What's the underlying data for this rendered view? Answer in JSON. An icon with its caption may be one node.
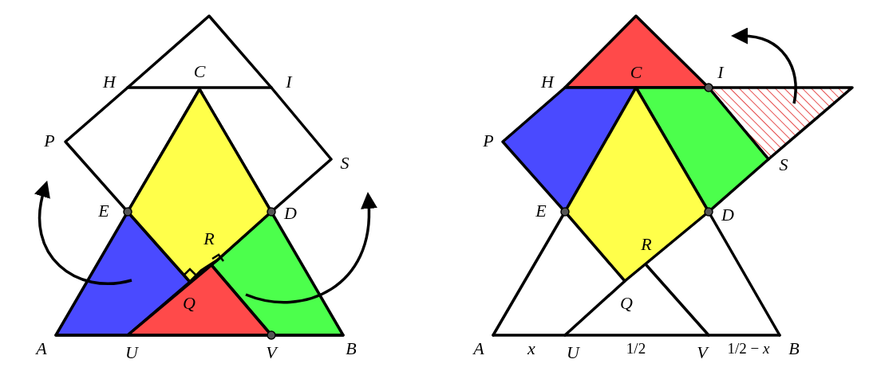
{
  "diagram": {
    "labels": [
      "H",
      "C",
      "I",
      "P",
      "S",
      "E",
      "D",
      "R",
      "Q",
      "A",
      "U",
      "V",
      "B",
      "H",
      "C",
      "I",
      "P",
      "S",
      "E",
      "D",
      "R",
      "Q",
      "A",
      "x",
      "U",
      "1/2",
      "V",
      "1/2 − *x*",
      "B"
    ]
  }
}
